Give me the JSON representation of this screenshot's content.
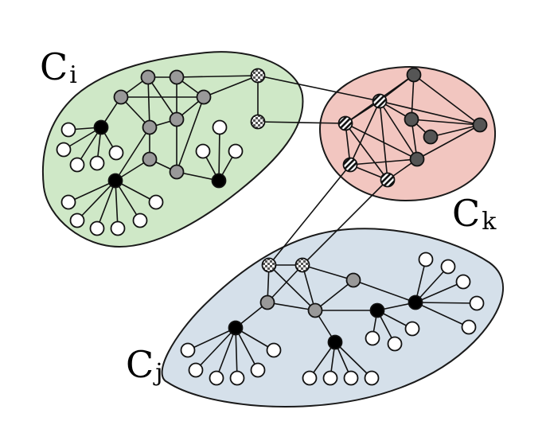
{
  "colors": {
    "green_region": "#cfe8c7",
    "red_region": "#f2c6c0",
    "blue_region": "#d5e0ea",
    "gray_node": "#999999",
    "dark_node": "#555555",
    "black_node": "#000000",
    "white_node": "#ffffff"
  },
  "clusters": [
    {
      "id": "ci",
      "letter": "C",
      "sub": "i"
    },
    {
      "id": "ck",
      "letter": "C",
      "sub": "k"
    },
    {
      "id": "cj",
      "letter": "C",
      "sub": "j"
    }
  ],
  "node_types": [
    "white",
    "black",
    "gray",
    "dark",
    "checkered",
    "striped"
  ]
}
